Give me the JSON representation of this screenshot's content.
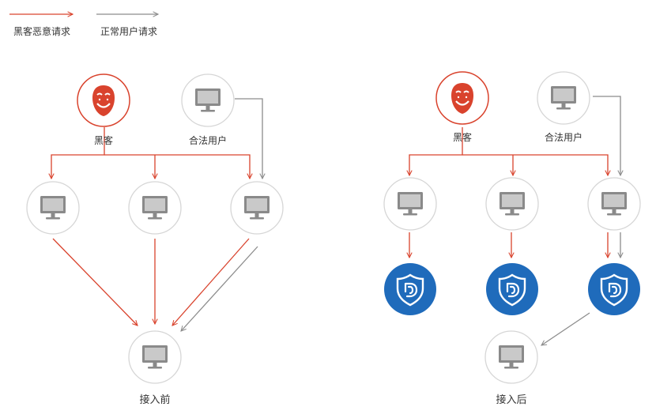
{
  "legend": {
    "hacker_request": "黑客恶意请求",
    "normal_request": "正常用户请求"
  },
  "colors": {
    "hacker": "#d9432d",
    "normal": "#8c8c8c",
    "shield": "#1f6bbb",
    "node_border": "#d6d6d6",
    "monitor": "#8a8a8a"
  },
  "before": {
    "hacker_label": "黑客",
    "user_label": "合法用户",
    "server_label": "接入前"
  },
  "after": {
    "hacker_label": "黑客",
    "user_label": "合法用户",
    "server_label": "接入后"
  }
}
